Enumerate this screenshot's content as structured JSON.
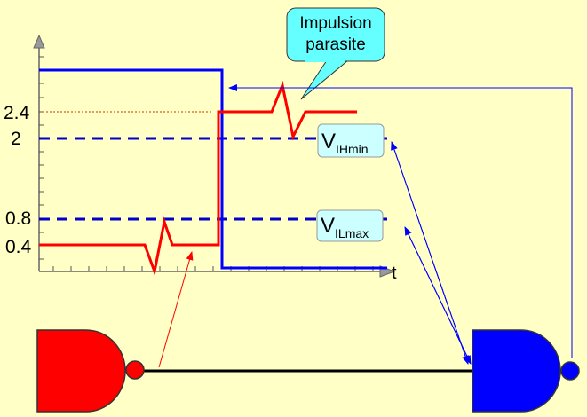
{
  "background": "#FFFFC6",
  "colors": {
    "signal_out": "#0000FF",
    "signal_in": "#FF0000",
    "threshold": "#0000CC",
    "callout_fill": "#66FFFF",
    "label_fill": "#CCFFFF",
    "axis": "#666666"
  },
  "y_tick_labels": [
    "2.4",
    "2",
    "0.8",
    "0.4"
  ],
  "x_axis_label": "t",
  "callout": {
    "line1": "Impulsion",
    "line2": "parasite"
  },
  "vih_label": {
    "main": "V",
    "sub": "IHmin"
  },
  "vil_label": {
    "main": "V",
    "sub": "ILmax"
  },
  "gates": [
    {
      "name": "driver-nand-gate",
      "color": "#FF0000"
    },
    {
      "name": "receiver-nand-gate",
      "color": "#0000FF"
    }
  ]
}
